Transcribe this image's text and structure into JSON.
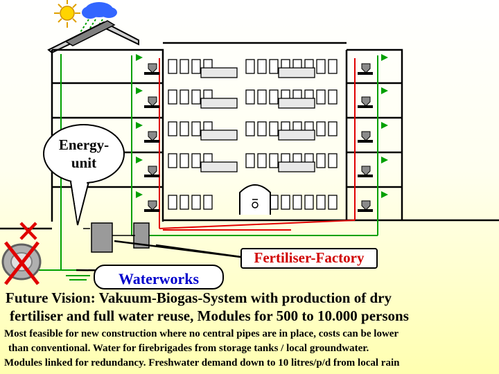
{
  "labels": {
    "energy_unit": [
      "Energy-",
      "unit"
    ],
    "fertiliser_factory": "Fertiliser-Factory",
    "waterworks": "Waterworks"
  },
  "vision": {
    "line1": "Future Vision: Vakuum-Biogas-System with production of dry",
    "line2": "fertiliser and full water reuse, Modules for 500 to 10.000 persons"
  },
  "notes": [
    "Most feasible for new construction where no central pipes are in place, costs can be lower",
    "than conventional. Water for firebrigades from storage tanks / local groundwater.",
    "Modules linked for redundancy. Freshwater demand down to 10 litres/p/d from local rain"
  ],
  "colors": {
    "pipe_red": "#e00000",
    "pipe_green": "#00a000",
    "water_blue": "#0000cc",
    "fertiliser_red": "#d00000",
    "forbidden_cross": "#e00000",
    "tank_gray": "#9a9a9a",
    "sun_yellow": "#ffd400",
    "cloud_blue": "#3366ff"
  },
  "icons": {
    "sun": "sun-icon",
    "cloud": "rain-cloud-icon",
    "solar_panel": "solar-panel-icon",
    "crossed_tank": "crossed-tank-icon",
    "crossed_pipe": "crossed-pipe-icon"
  }
}
